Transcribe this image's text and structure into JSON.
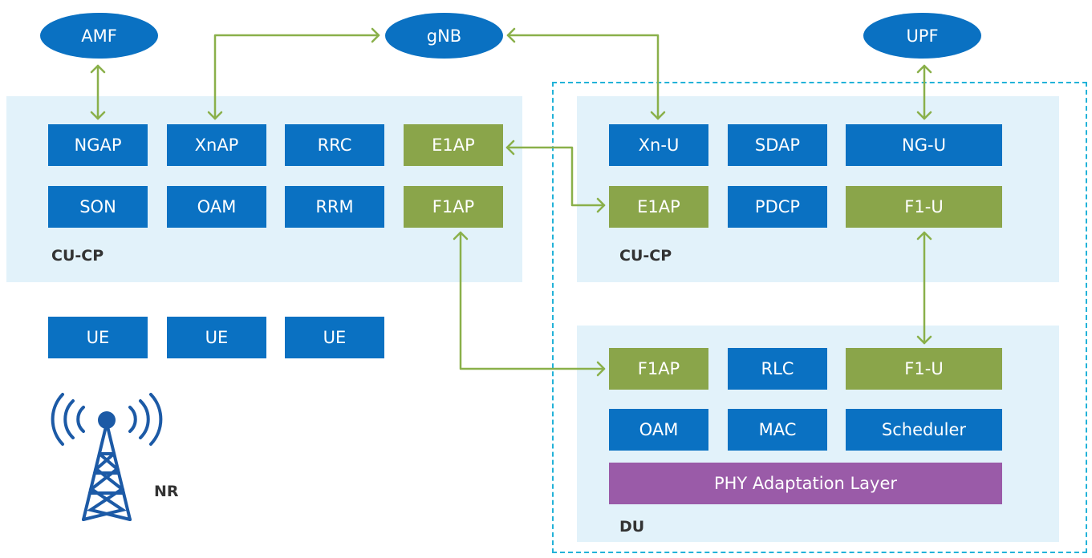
{
  "nodes": {
    "amf": "AMF",
    "gnb": "gNB",
    "upf": "UPF"
  },
  "cu_cp": {
    "label": "CU-CP",
    "blocks": [
      "NGAP",
      "XnAP",
      "RRC",
      "E1AP",
      "SON",
      "OAM",
      "RRM",
      "F1AP"
    ]
  },
  "cu_up": {
    "label": "CU-CP",
    "blocks": [
      "Xn-U",
      "SDAP",
      "NG-U",
      "E1AP",
      "PDCP",
      "F1-U"
    ]
  },
  "du": {
    "label": "DU",
    "blocks": [
      "F1AP",
      "RLC",
      "F1-U",
      "OAM",
      "MAC",
      "Scheduler"
    ],
    "phy": "PHY Adaptation Layer"
  },
  "ue_blocks": [
    "UE",
    "UE",
    "UE"
  ],
  "nr_label": "NR",
  "colors": {
    "blue": "#0a71c2",
    "green": "#8aa54a",
    "purple": "#9a5ba8",
    "panel": "#e2f2fa",
    "arrow": "#8ab04a",
    "dashed": "#22b2d8",
    "tower": "#1c5aa6"
  },
  "icons": [
    "cell-tower-icon"
  ]
}
